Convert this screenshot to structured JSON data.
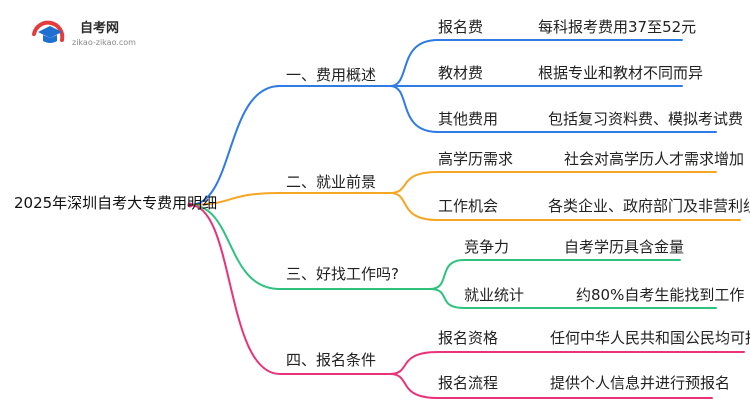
{
  "logo": {
    "title": "自考网",
    "url": "zikao-zikao.com"
  },
  "root": "2025年深圳自考大专费用明细",
  "branches": [
    {
      "label": "一、费用概述",
      "color": "#2f7be6",
      "items": [
        {
          "name": "报名费",
          "detail": "每科报考费用37至52元"
        },
        {
          "name": "教材费",
          "detail": "根据专业和教材不同而异"
        },
        {
          "name": "其他费用",
          "detail": "包括复习资料费、模拟考试费"
        }
      ]
    },
    {
      "label": "二、就业前景",
      "color": "#f5a623",
      "items": [
        {
          "name": "高学历需求",
          "detail": "社会对高学历人才需求增加"
        },
        {
          "name": "工作机会",
          "detail": "各类企业、政府部门及非营利组织"
        }
      ]
    },
    {
      "label": "三、好找工作吗?",
      "color": "#2ec27e",
      "items": [
        {
          "name": "竞争力",
          "detail": "自考学历具含金量"
        },
        {
          "name": "就业统计",
          "detail": "约80%自考生能找到工作"
        }
      ]
    },
    {
      "label": "四、报名条件",
      "color": "#e8337a",
      "items": [
        {
          "name": "报名资格",
          "detail": "任何中华人民共和国公民均可报考"
        },
        {
          "name": "报名流程",
          "detail": "提供个人信息并进行预报名"
        }
      ]
    }
  ]
}
